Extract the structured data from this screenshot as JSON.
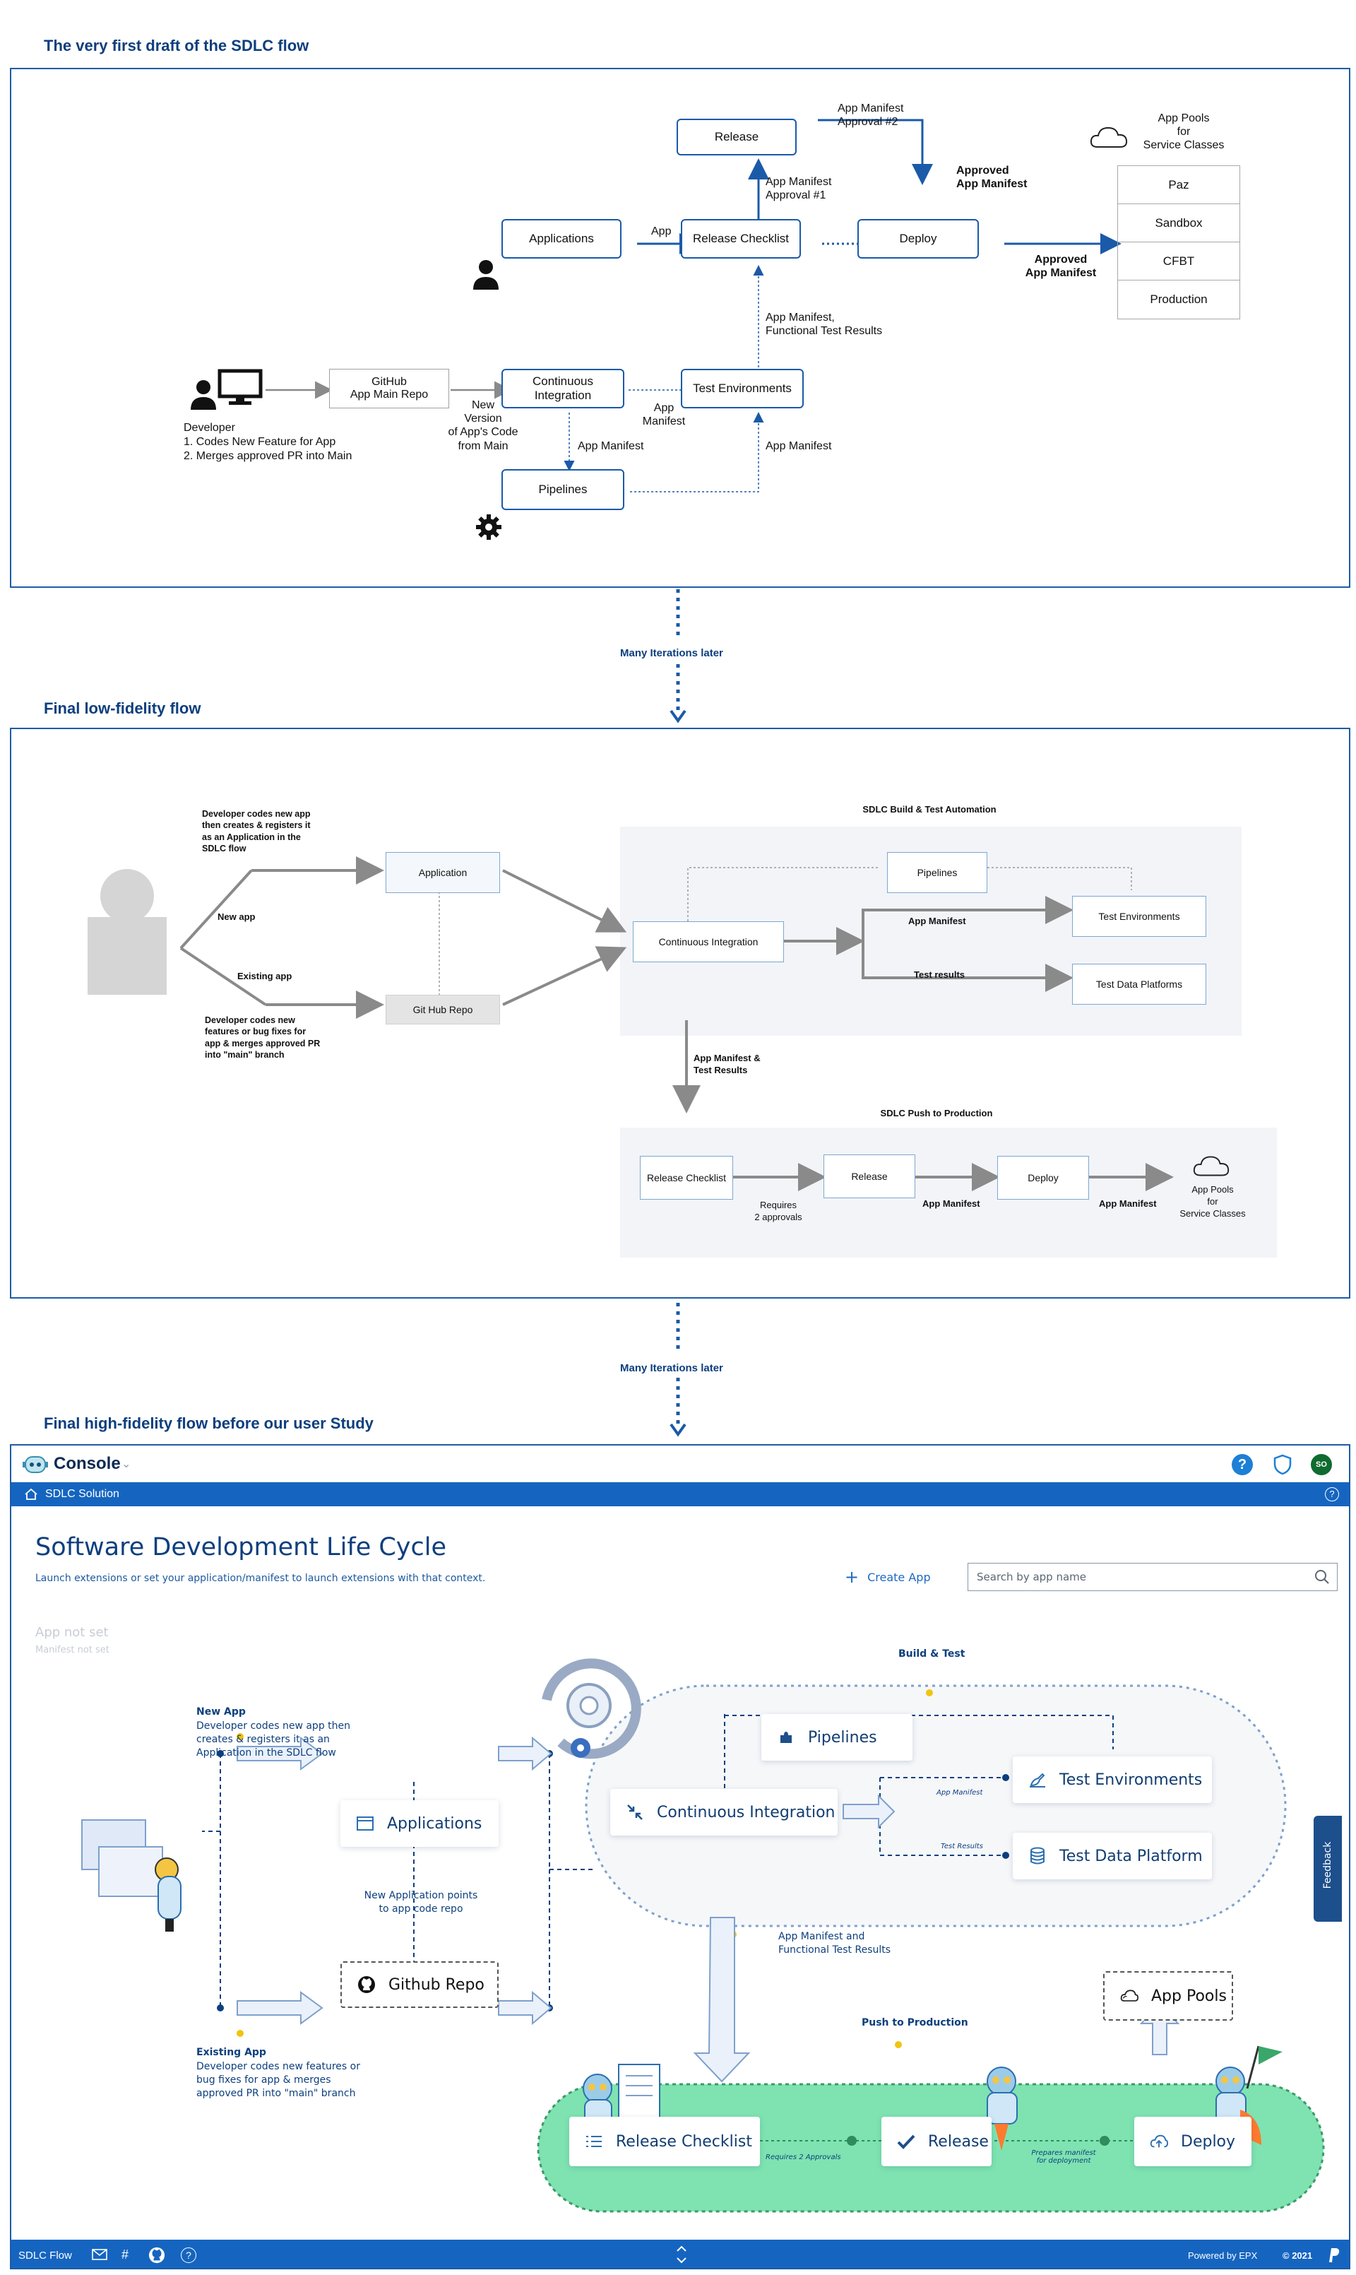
{
  "sections": {
    "first_title": "The very first draft of the SDLC flow",
    "lowfi_title": "Final low-fidelity flow",
    "hifi_title": "Final high-fidelity flow before our user Study",
    "iterations_1": "Many Iterations later",
    "iterations_2": "Many Iterations later"
  },
  "draft": {
    "release": "Release",
    "applications": "Applications",
    "release_checklist": "Release Checklist",
    "deploy": "Deploy",
    "github": "GitHub\nApp Main Repo",
    "continuous_integration": "Continuous\nIntegration",
    "test_environments": "Test Environments",
    "pipelines": "Pipelines",
    "app_pools": "App Pools\nfor\nService Classes",
    "pools": [
      "Paz",
      "Sandbox",
      "CFBT",
      "Production"
    ],
    "lbl_app": "App",
    "lbl_manifest_approval1": "App Manifest\nApproval #1",
    "lbl_manifest_approval2": "App Manifest\nApproval #2",
    "lbl_approved_manifest_top": "Approved\nApp Manifest",
    "lbl_approved_manifest_right": "Approved\nApp Manifest",
    "lbl_functional": "App Manifest,\nFunctional Test Results",
    "lbl_new_version": "New\nVersion\nof App's Code\nfrom Main",
    "lbl_app_manifest_ci": "App\nManifest",
    "lbl_app_manifest_pipe": "App Manifest",
    "lbl_app_manifest_test": "App Manifest",
    "developer": "Developer",
    "dev_steps": [
      "1.   Codes New Feature for App",
      "2.   Merges approved PR into Main"
    ]
  },
  "lowfi": {
    "dev_new_note": "Developer codes new app\nthen creates & registers it\nas an Application in the\nSDLC flow",
    "new_app": "New app",
    "existing_app": "Existing app",
    "dev_existing_note": "Developer codes new\nfeatures or bug fixes for\napp & merges approved PR\ninto \"main\" branch",
    "application": "Application",
    "git_hub_repo": "Git Hub Repo",
    "build_title": "SDLC Build & Test Automation",
    "pipelines": "Pipelines",
    "continuous_integration": "Continuous Integration",
    "app_manifest": "App Manifest",
    "test_results": "Test results",
    "test_environments": "Test Environments",
    "test_data_platforms": "Test Data Platforms",
    "manifest_results": "App Manifest &\nTest Results",
    "push_title": "SDLC Push to Production",
    "release_checklist": "Release Checklist",
    "requires_approvals": "Requires\n2 approvals",
    "release": "Release",
    "app_manifest_2": "App Manifest",
    "deploy": "Deploy",
    "app_manifest_3": "App Manifest",
    "app_pools": "App Pools\nfor\nService Classes"
  },
  "hifi": {
    "console": "Console",
    "avatar": "SO",
    "breadcrumb": "SDLC Solution",
    "page_title": "Software Development Life Cycle",
    "subtitle": "Launch extensions or set your application/manifest to launch extensions with that context.",
    "create_app": "Create App",
    "search_placeholder": "Search by app name",
    "app_not_set": "App not set",
    "manifest_not_set": "Manifest not set",
    "new_app_title": "New App",
    "new_app_desc": "Developer codes new app then\ncreates & registers it as an\nApplication in the SDLC flow",
    "existing_app_title": "Existing App",
    "existing_app_desc": "Developer codes new  features or\nbug fixes for app & merges\napproved PR into \"main\" branch",
    "applications": "Applications",
    "github_repo": "Github Repo",
    "points_note": "New Application points\nto app code repo",
    "build_test": "Build & Test",
    "pipelines": "Pipelines",
    "continuous_integration": "Continuous Integration",
    "test_environments": "Test Environments",
    "test_data_platform": "Test Data Platform",
    "tiny_app_manifest": "App Manifest",
    "tiny_test_results": "Test Results",
    "manifest_functional": "App Manifest and\nFunctional Test  Results",
    "push_production": "Push to Production",
    "app_pools": "App Pools",
    "release_checklist": "Release Checklist",
    "release": "Release",
    "deploy": "Deploy",
    "requires_approvals": "Requires 2 Approvals",
    "prepares_manifest": "Prepares manifest\nfor deployment",
    "feedback": "Feedback",
    "footer_left": "SDLC Flow",
    "powered_by": "Powered by EPX",
    "copyright": "© 2021"
  },
  "colors": {
    "brand_blue": "#1a5aa8",
    "nav_blue": "#1565c0",
    "green_band": "#7ee3b0",
    "title_navy": "#0d3f7e"
  }
}
